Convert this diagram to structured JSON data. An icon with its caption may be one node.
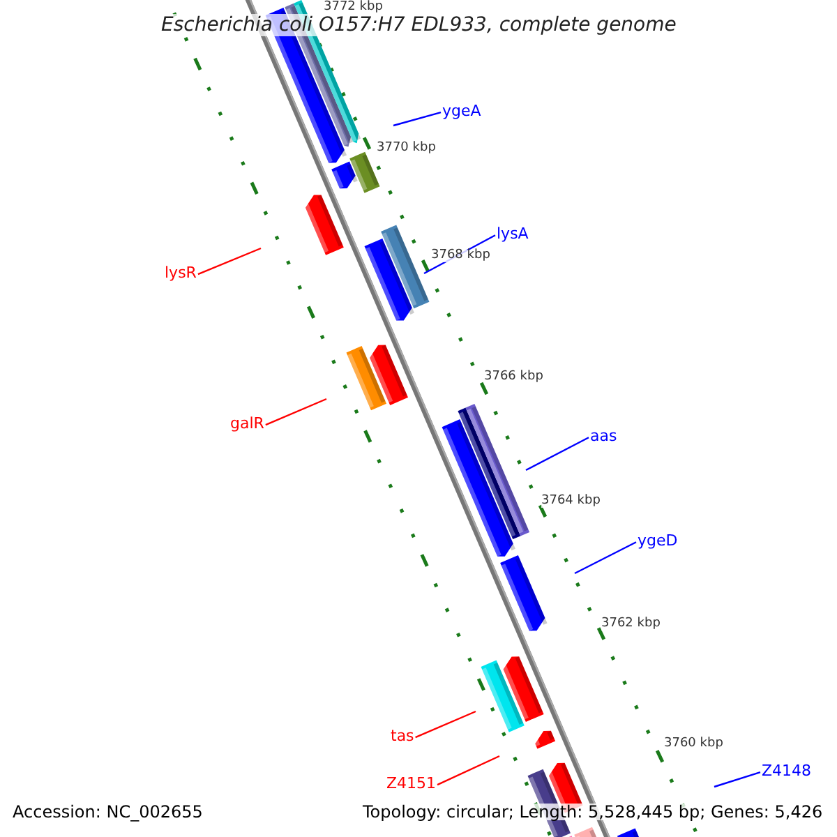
{
  "diagram": {
    "title": "Escherichia coli O157:H7 EDL933, complete genome",
    "nodes": [
      {
        "text": [
          "ygeA"
        ]
      },
      {
        "text": [
          "lysA"
        ]
      },
      {
        "text": [
          "lysR"
        ]
      },
      {
        "text": [
          "galR"
        ]
      },
      {
        "text": [
          "aas"
        ]
      },
      {
        "text": [
          "ygeD"
        ]
      },
      {
        "text": [
          "tas"
        ]
      },
      {
        "text": [
          "Z4151"
        ]
      },
      {
        "text": [
          "Z4148"
        ]
      }
    ],
    "edges": [
      {
        "from": 0,
        "to": null,
        "arrow": "none"
      },
      {
        "from": 1,
        "to": null,
        "arrow": "none"
      },
      {
        "from": 2,
        "to": null,
        "arrow": "none",
        "color": "#ff0000"
      },
      {
        "from": 3,
        "to": null,
        "arrow": "none",
        "color": "#ff0000"
      },
      {
        "from": 4,
        "to": null,
        "arrow": "none"
      },
      {
        "from": 5,
        "to": null,
        "arrow": "none"
      },
      {
        "from": 6,
        "to": null,
        "arrow": "none",
        "color": "#ff0000"
      },
      {
        "from": 7,
        "to": null,
        "arrow": "none",
        "color": "#ff0000"
      },
      {
        "from": 8,
        "to": null,
        "arrow": "none"
      }
    ],
    "labels": [
      "3772 kbp",
      "3770 kbp",
      "3768 kbp",
      "3766 kbp",
      "3764 kbp",
      "3762 kbp",
      "3760 kbp",
      "Accession: NC_002655",
      "Topology: circular; Length: 5,528,445 bp; Genes: 5,426"
    ]
  }
}
